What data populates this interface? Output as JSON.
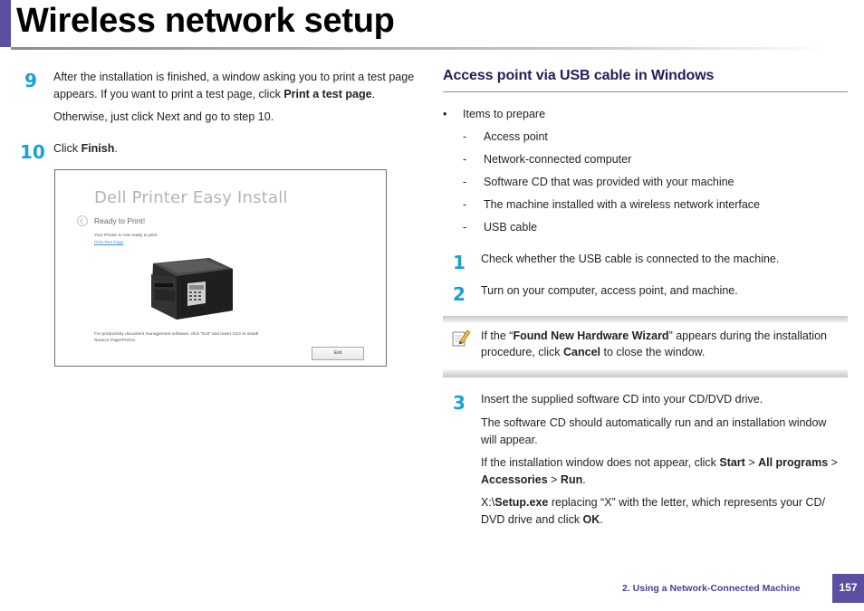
{
  "header": {
    "title": "Wireless network setup"
  },
  "left_column": {
    "step9": {
      "number": "9",
      "line1": "After the installation is finished, a window asking you to print a test page",
      "line2_pre": "appears. If you want to print a test page, click ",
      "line2_bold": "Print a test page",
      "line2_post": ".",
      "line3": "Otherwise, just click Next and go to step 10."
    },
    "step10": {
      "number": "10",
      "pre": "Click ",
      "bold": "Finish",
      "post": "."
    },
    "screenshot": {
      "title": "Dell Printer Easy Install",
      "ready": "Ready to Print!",
      "ready_sub": "Your Printer is now ready to print.",
      "link": "Print Test Page",
      "footer_line1": "For productivity document management software, click \"Exit\" and insert CD2 to install",
      "footer_line2": "Nuance PaperPort14.",
      "exit_button": "Exit"
    }
  },
  "right_column": {
    "heading": "Access point via USB cable in Windows",
    "bullet_symbol": "•",
    "dash_symbol": "-",
    "items_label": "Items to prepare",
    "items": [
      "Access point",
      "Network-connected computer",
      "Software CD that was provided with your machine",
      "The machine installed with a wireless network interface",
      "USB cable"
    ],
    "step1": {
      "number": "1",
      "text": "Check whether the USB cable is connected to the machine."
    },
    "step2": {
      "number": "2",
      "text": "Turn on your computer, access point, and machine."
    },
    "note": {
      "pre": "If the “",
      "bold1": "Found New Hardware Wizard",
      "mid": "” appears during the installation",
      "line2_pre": "procedure, click ",
      "bold2": "Cancel",
      "line2_post": " to close the window."
    },
    "step3": {
      "number": "3",
      "line1": "Insert the supplied software CD into your CD/DVD drive.",
      "line2": "The software CD should automatically run and an installation window",
      "line3": "will appear.",
      "line4_pre": "If the installation window does not appear, click ",
      "line4_b1": "Start",
      "line4_s1": " > ",
      "line4_b2": "All programs",
      "line4_s2": " >",
      "line5_b1": "Accessories",
      "line5_s1": " > ",
      "line5_b2": "Run",
      "line5_post": ".",
      "line6_pre": "X:\\",
      "line6_bold": "Setup.exe",
      "line6_post": " replacing “X” with the letter, which represents your CD/",
      "line7_pre": "DVD drive and click ",
      "line7_bold": "OK",
      "line7_post": "."
    }
  },
  "footer": {
    "chapter": "2.  Using a Network-Connected Machine",
    "page": "157"
  },
  "colors": {
    "accent": "#5a4fa0",
    "step_number": "#1aa0d8",
    "heading": "#221e5a"
  },
  "icons": {
    "note": "note-pencil-icon",
    "back": "back-arrow-icon",
    "printer": "printer-image"
  }
}
